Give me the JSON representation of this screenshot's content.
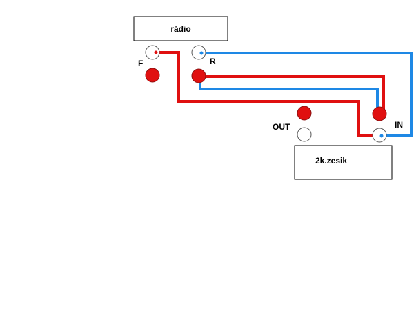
{
  "boxes": {
    "radio": "rádio",
    "amp": "2k.zesik"
  },
  "labels": {
    "front": "F",
    "rear": "R",
    "out": "OUT",
    "in": "IN"
  },
  "colors": {
    "red": "#e01010",
    "blue": "#1e88e5",
    "jack_outline": "#555555",
    "box_border": "#000000",
    "background": "#ffffff"
  }
}
